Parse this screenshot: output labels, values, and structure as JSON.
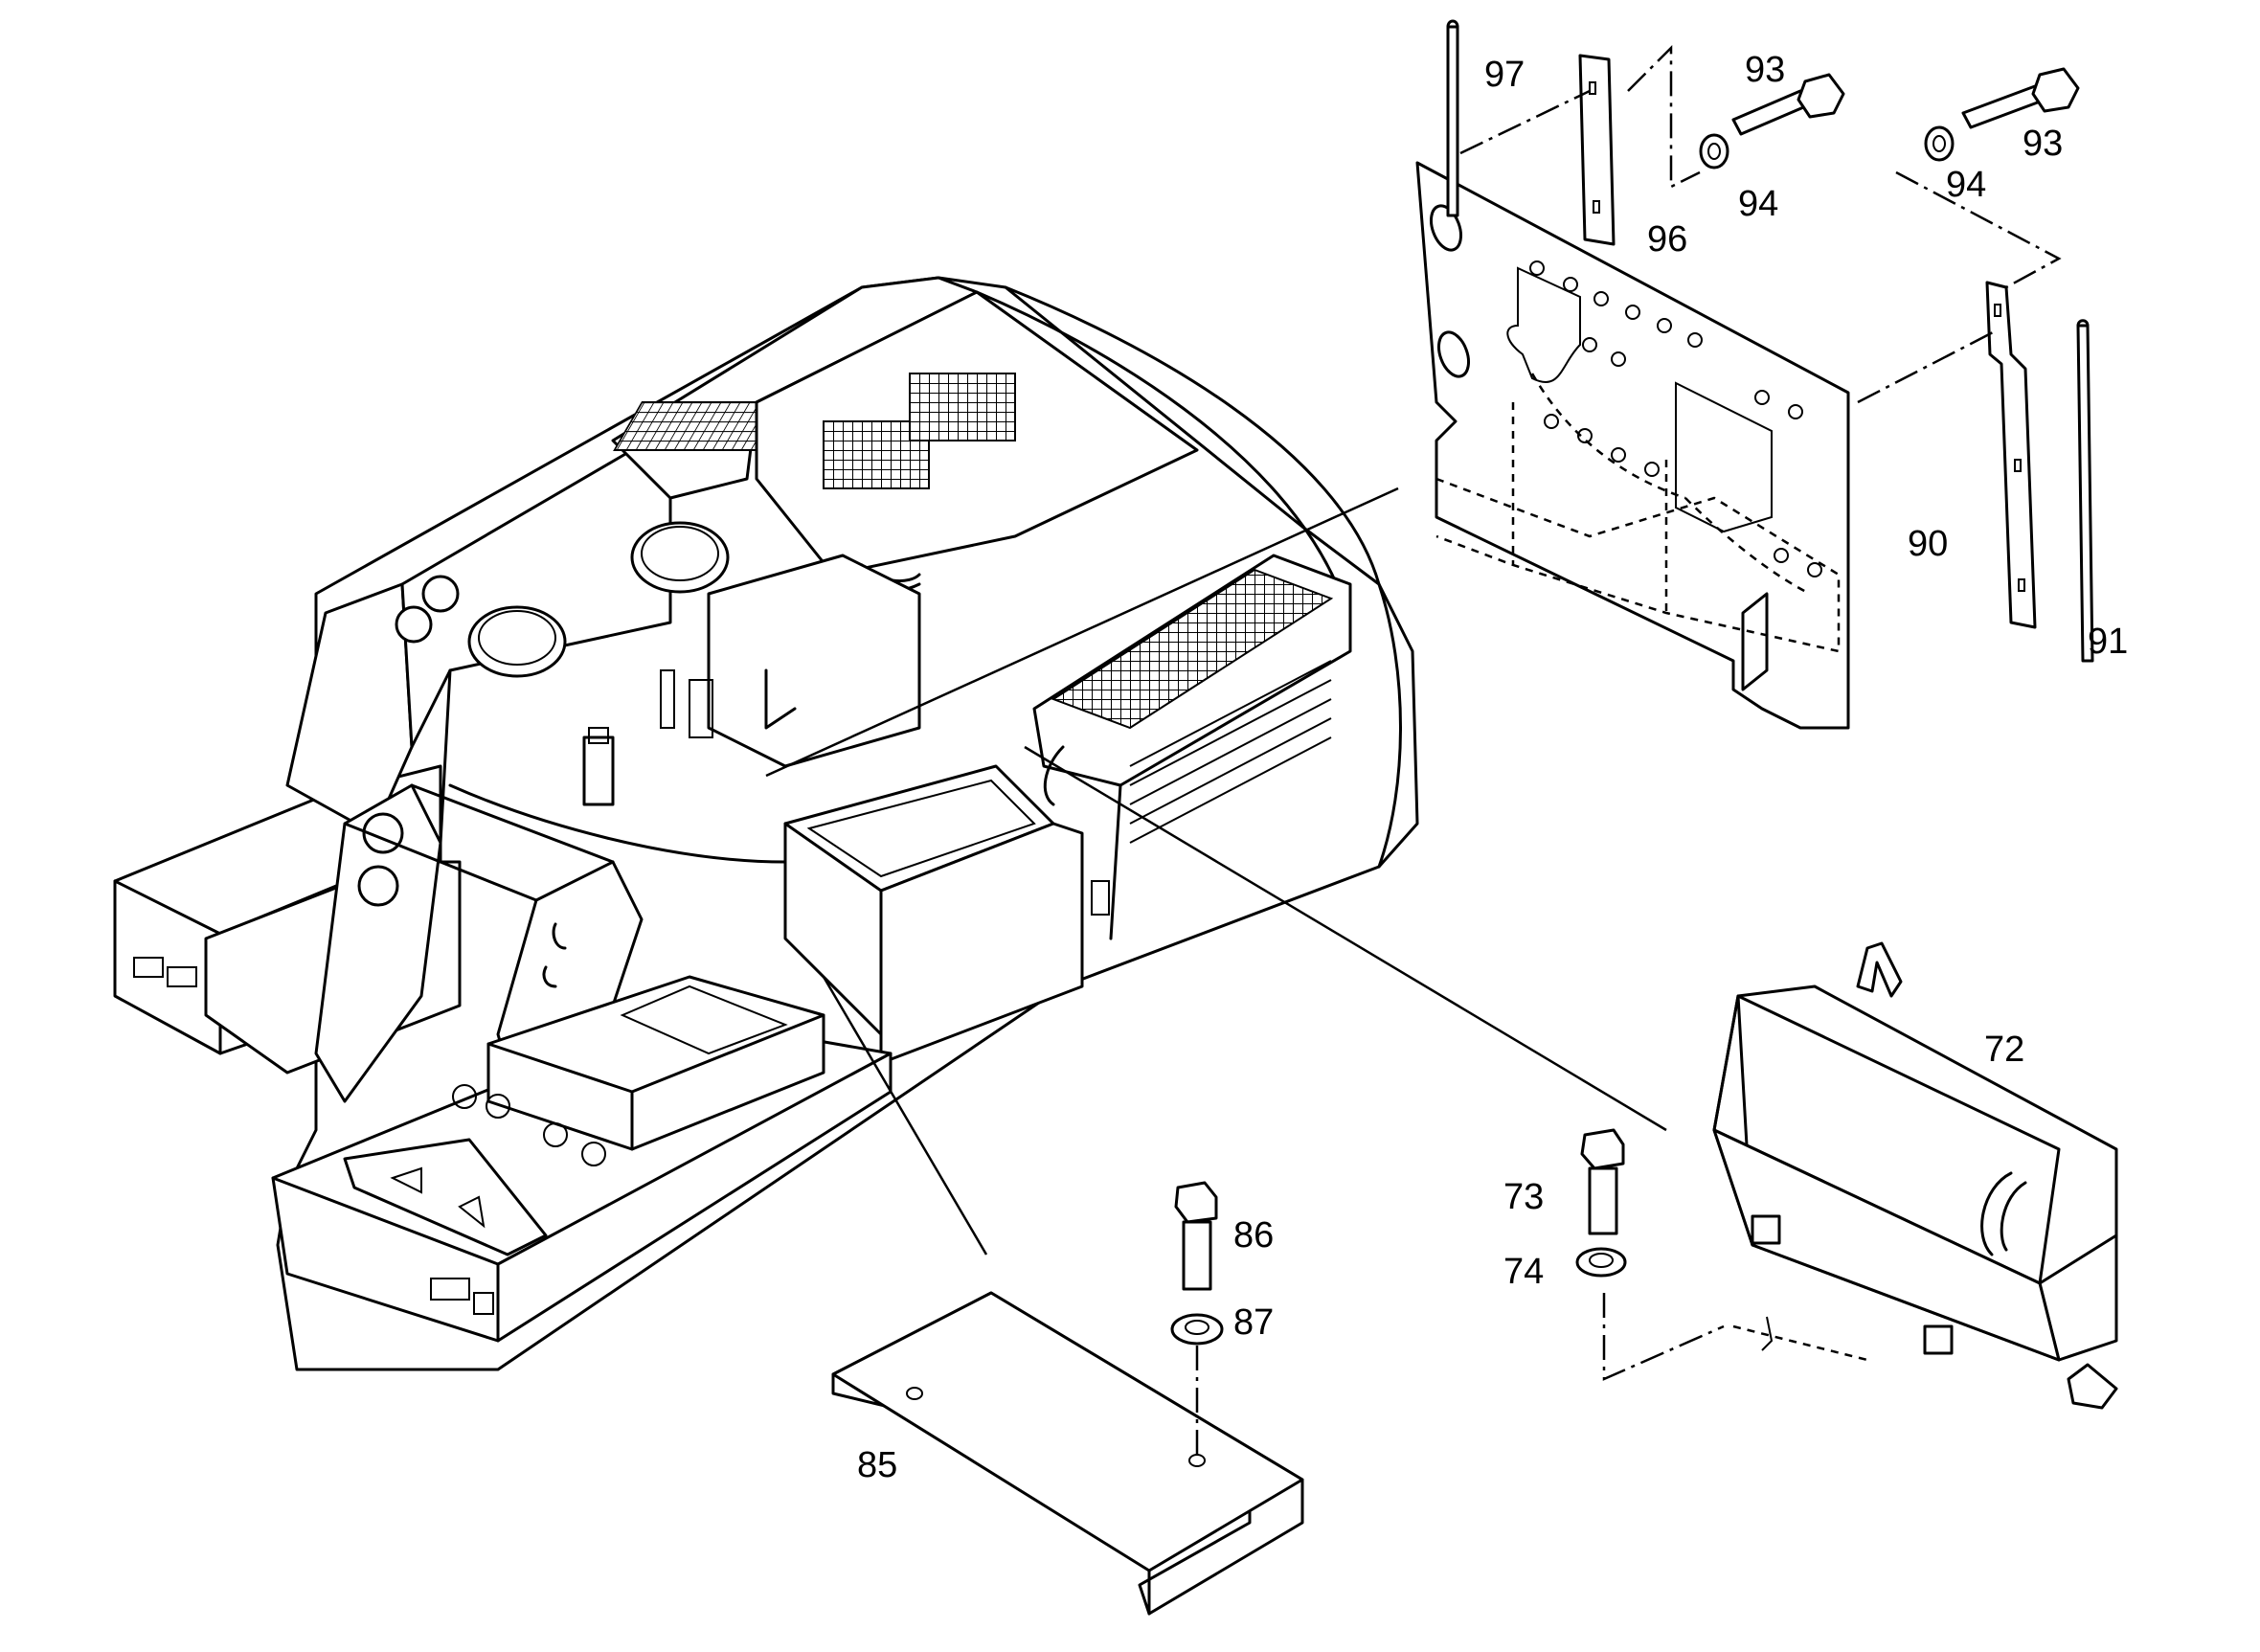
{
  "diagram": {
    "callouts": {
      "p72": "72",
      "p73": "73",
      "p74": "74",
      "p85": "85",
      "p86": "86",
      "p87": "87",
      "p90": "90",
      "p91": "91",
      "p93a": "93",
      "p93b": "93",
      "p94a": "94",
      "p94b": "94",
      "p96": "96",
      "p97": "97"
    }
  }
}
